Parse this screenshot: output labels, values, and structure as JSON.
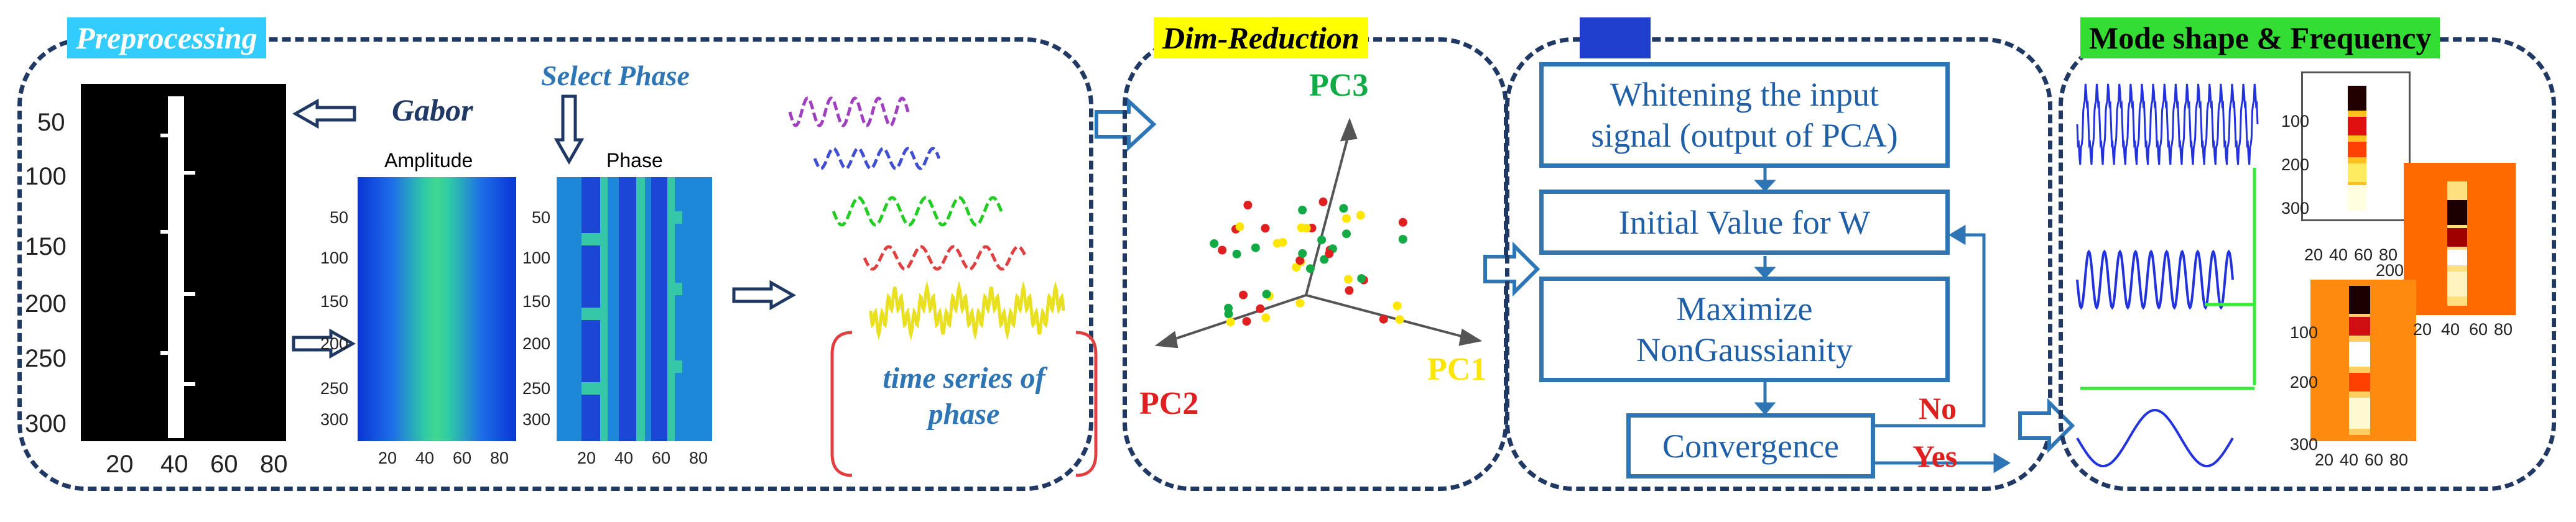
{
  "panels": {
    "preprocessing": {
      "title": "Preprocessing",
      "gabor_label": "Gabor",
      "select_phase_label": "Select Phase",
      "amplitude_title": "Amplitude",
      "phase_title": "Phase",
      "time_series_label_line1": "time series of",
      "time_series_label_line2": "phase",
      "main_y_ticks": [
        "50",
        "100",
        "150",
        "200",
        "250",
        "300"
      ],
      "main_x_ticks": [
        "20",
        "40",
        "60",
        "80"
      ],
      "small_y_ticks": [
        "50",
        "100",
        "150",
        "200",
        "250",
        "300"
      ],
      "small_x_ticks": [
        "20",
        "40",
        "60",
        "80"
      ]
    },
    "dim_reduction": {
      "title": "Dim-Reduction",
      "pc1": "PC1",
      "pc2": "PC2",
      "pc3": "PC3"
    },
    "ica": {
      "title": "ICA",
      "step1_line1": "Whitening the input",
      "step1_line2": "signal (output of PCA)",
      "step2": "Initial Value for W",
      "step3_line1": "Maximize",
      "step3_line2": "NonGaussianity",
      "step4": "Convergence",
      "no_label": "No",
      "yes_label": "Yes"
    },
    "mode_shape": {
      "title": "Mode shape & Frequency",
      "y_ticks": [
        "100",
        "200",
        "300"
      ],
      "x_ticks": [
        "20",
        "40",
        "60",
        "80"
      ],
      "x_ticks_alt": [
        "200"
      ]
    }
  },
  "colors": {
    "panel_border": "#1f3864",
    "preprocessing_title_bg": "#33ccff",
    "dim_reduction_title_bg": "#ffff00",
    "ica_title_bg": "#1f3fcc",
    "mode_title_bg": "#33dd33",
    "ica_box_border": "#2e75b6",
    "pc1": "#ffe600",
    "pc2": "#e02020",
    "pc3": "#11aa44",
    "no_yes": "#e02020"
  }
}
